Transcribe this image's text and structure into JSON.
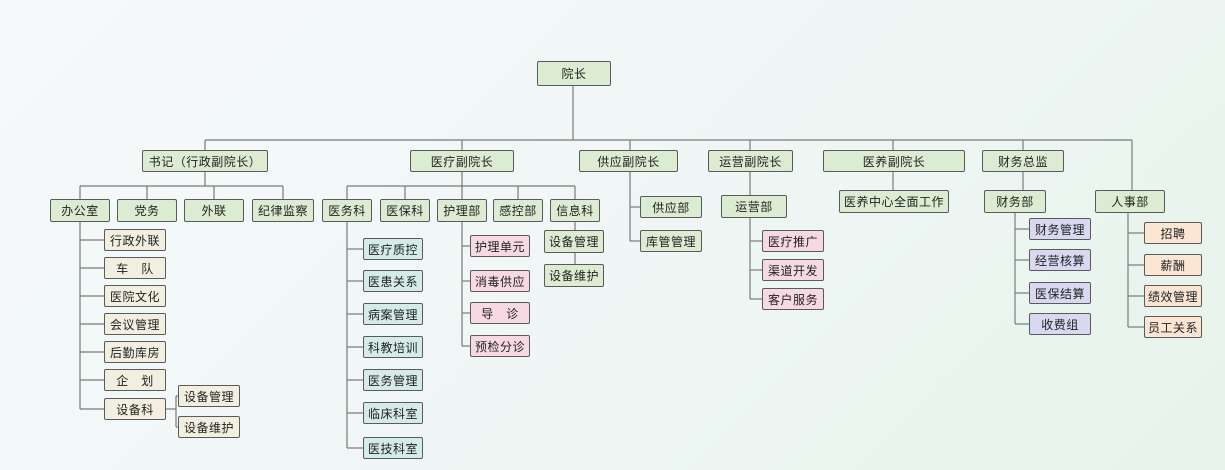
{
  "org": {
    "root": "院长",
    "vp": {
      "secretary": "书记（行政副院长）",
      "medical": "医疗副院长",
      "supply": "供应副院长",
      "ops": "运营副院长",
      "elderly": "医养副院长",
      "finance": "财务总监"
    },
    "admin": {
      "office": "办公室",
      "party": "党务",
      "foreign": "外联",
      "discipline": "纪律监察",
      "items": [
        "行政外联",
        "车　队",
        "医院文化",
        "会议管理",
        "后勤库房",
        "企　划",
        "设备科"
      ],
      "equipment": [
        "设备管理",
        "设备维护"
      ]
    },
    "medical": {
      "affairs": "医务科",
      "insurance": "医保科",
      "nursing": "护理部",
      "infection": "感控部",
      "info": "信息科",
      "affairs_items": [
        "医疗质控",
        "医患关系",
        "病案管理",
        "科教培训",
        "医务管理",
        "临床科室",
        "医技科室"
      ],
      "nursing_items": [
        "护理单元",
        "消毒供应",
        "导　诊",
        "预检分诊"
      ],
      "info_items": [
        "设备管理",
        "设备维护"
      ]
    },
    "supply": {
      "items": [
        "供应部",
        "库管管理"
      ]
    },
    "ops": {
      "dept": "运营部",
      "items": [
        "医疗推广",
        "渠道开发",
        "客户服务"
      ]
    },
    "elderly": {
      "dept": "医养中心全面工作"
    },
    "finance": {
      "dept": "财务部",
      "items": [
        "财务管理",
        "经营核算",
        "医保结算",
        "收费组"
      ],
      "hr": "人事部",
      "hr_items": [
        "招聘",
        "薪酬",
        "绩效管理",
        "员工关系"
      ]
    }
  }
}
